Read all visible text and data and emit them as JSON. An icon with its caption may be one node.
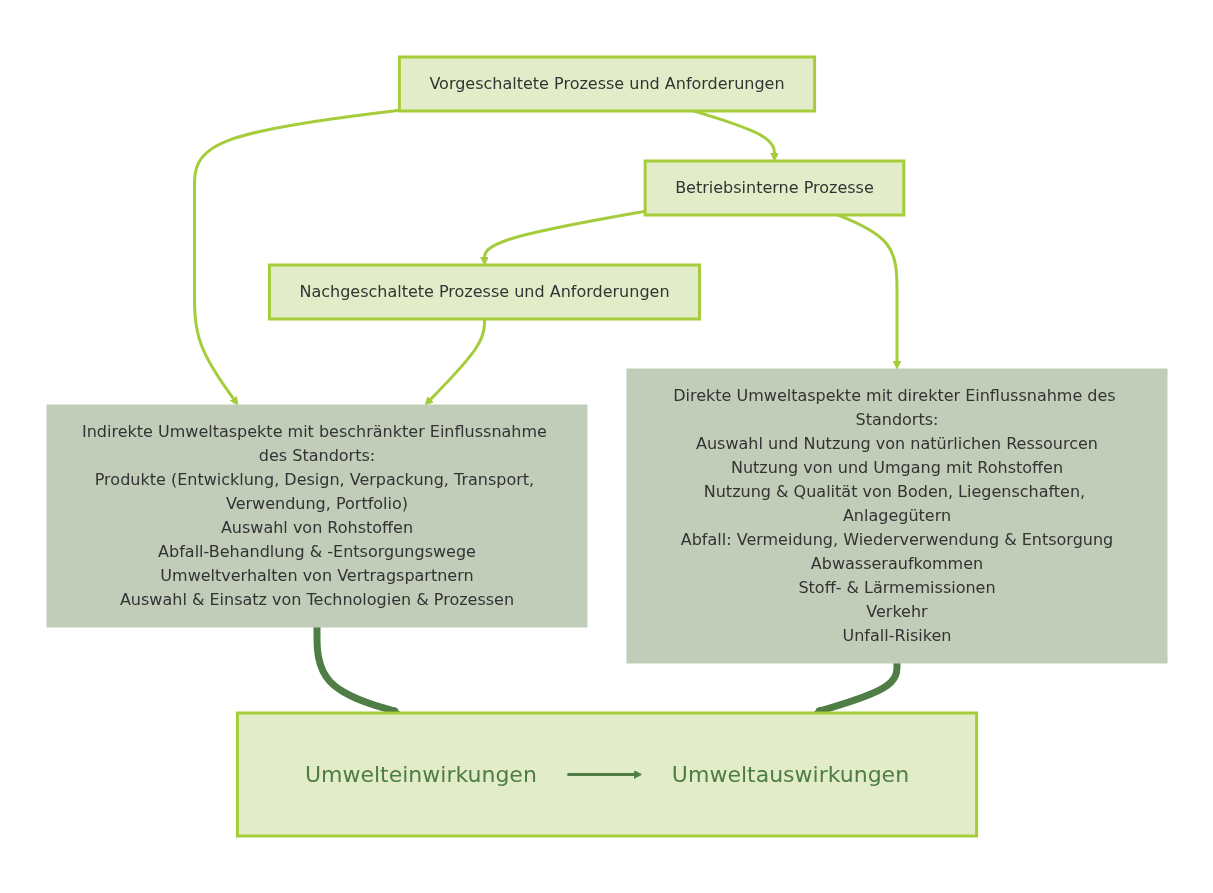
{
  "diagram": {
    "nodes": [
      {
        "text": [
          "Vorgeschaltete Prozesse und Anforderungen"
        ]
      },
      {
        "text": [
          "Indirekte Umweltaspekte mit beschränkter Einflussnahme des Standorts:",
          "Produkte (Entwicklung, Design, Verpackung, Transport, Verwendung, Portfolio)",
          "Auswahl von Rohstoffen",
          "Abfall-Behandlung & -Entsorgungswege",
          "Umweltverhalten von Vertragspartnern",
          "Auswahl & Einsatz von Technologien & Prozessen"
        ]
      },
      {
        "text": [
          "Betriebsinterne Prozesse"
        ]
      },
      {
        "text": [
          "Direkte Umweltaspekte mit direkter Einflussnahme des Standorts:",
          "Auswahl und Nutzung von natürlichen Ressourcen",
          "Nutzung von und Umgang mit Rohstoffen",
          "Nutzung & Qualität von Boden, Liegenschaften, Anlagegütern",
          "Abfall: Vermeidung, Wiederverwendung & Entsorgung",
          "Abwasseraufkommen",
          "Stoff- & Lärmemissionen",
          "Verkehr",
          "Unfall-Risiken"
        ]
      },
      {
        "text": [
          "Nachgeschaltete Prozesse und Anforderungen"
        ]
      },
      {
        "text": [],
        "shape": "box"
      },
      {
        "text": [
          "Umwelteinwirkungen"
        ],
        "in": 5
      },
      {
        "text": [
          "Umweltauswirkungen"
        ],
        "in": 5
      }
    ],
    "edges": [
      {
        "from": 0,
        "to": 1,
        "arrow": "to"
      },
      {
        "from": 0,
        "to": 2,
        "arrow": "to"
      },
      {
        "from": 2,
        "to": 3,
        "arrow": "to"
      },
      {
        "from": 2,
        "to": 4,
        "arrow": "to"
      },
      {
        "from": 4,
        "to": 1,
        "arrow": "to"
      },
      {
        "from": 1,
        "to": 5,
        "arrow": "to",
        "style": "thick",
        "color": "#4e7d45"
      },
      {
        "from": 3,
        "to": 5,
        "arrow": "to",
        "style": "thick",
        "color": "#4e7d45"
      },
      {
        "from": 6,
        "to": 7,
        "arrow": "to",
        "color": "#4e7d45"
      }
    ]
  }
}
